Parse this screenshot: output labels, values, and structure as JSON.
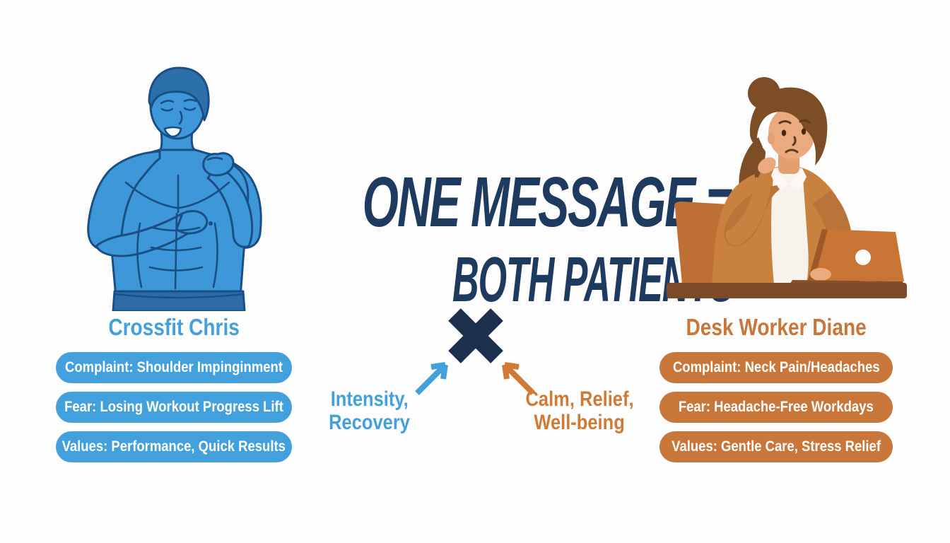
{
  "theme": {
    "background": "#fdfdfd",
    "navy": "#1e3a5f",
    "xnavy": "#1c2f4d",
    "blue": "#42a1dd",
    "bluebody": "#3e97d9",
    "blueline": "#1a4f85",
    "orange": "#c9763a",
    "orangebright": "#d07b35"
  },
  "headline": {
    "line1": "ONE MESSAGE =",
    "line2": "BOTH PATIENTS"
  },
  "center": {
    "cross_icon": "x-mark",
    "blue_arrow_icon": "arrow-up-right",
    "orange_arrow_icon": "arrow-up-left",
    "blue_label": {
      "line1": "Intensity,",
      "line2": "Recovery"
    },
    "orange_label": {
      "line1": "Calm, Relief,",
      "line2": "Well-being"
    }
  },
  "personas": {
    "left": {
      "name": "Crossfit Chris",
      "illustration": "man-holding-painful-shoulder",
      "traits": [
        "Complaint: Shoulder Impinginment",
        "Fear: Losing Workout Progress Lift",
        "Values: Performance, Quick Results"
      ]
    },
    "right": {
      "name": "Desk Worker Diane",
      "illustration": "woman-at-laptop-holding-neck",
      "traits": [
        "Complaint: Neck Pain/Headaches",
        "Fear: Headache-Free Workdays",
        "Values: Gentle Care, Stress Relief"
      ]
    }
  }
}
